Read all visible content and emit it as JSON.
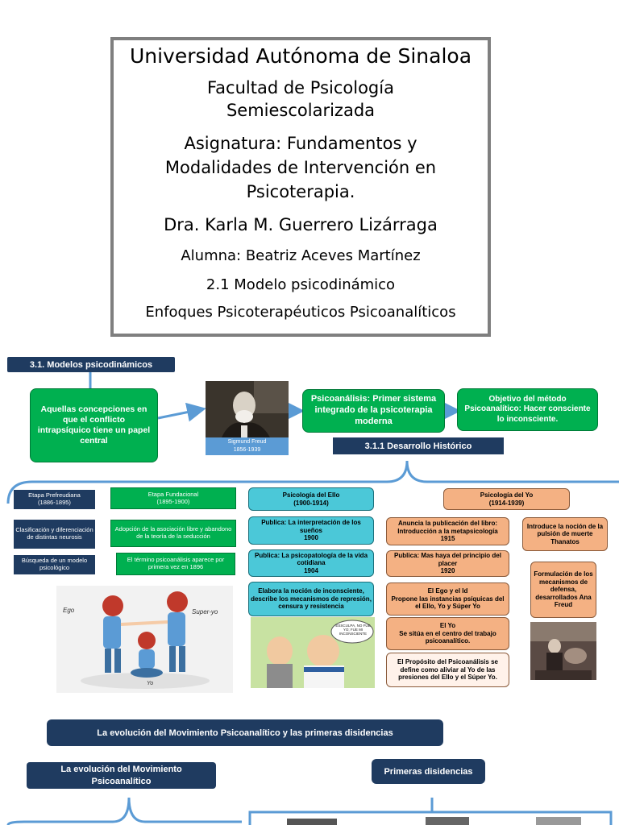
{
  "title": {
    "university": "Universidad Autónoma de Sinaloa",
    "faculty_1": "Facultad de Psicología",
    "faculty_2": "Semiescolarizada",
    "subject_1": "Asignatura: Fundamentos y",
    "subject_2": "Modalidades de Intervención en",
    "subject_3": "Psicoterapia.",
    "teacher": "Dra. Karla M. Guerrero Lizárraga",
    "student": "Alumna: Beatriz Aceves Martínez",
    "topic": "2.1 Modelo psicodinámico",
    "focus": "Enfoques Psicoterapéuticos Psicoanalíticos"
  },
  "map": {
    "section_title": "3.1. Modelos psicodinámicos",
    "definition": "Aquellas concepciones en que el conflicto intrapsíquico tiene un papel central",
    "freud_caption_1": "Sigmund Freud",
    "freud_caption_2": "1856-1939",
    "psicoanalisis": "Psicoanálisis: Primer sistema integrado de la psicoterapia moderna",
    "objetivo": "Objetivo del método Psicoanalítico: Hacer consciente lo inconsciente.",
    "desarrollo": "3.1.1 Desarrollo Histórico",
    "etapa_pre_1": "Etapa Prefreudiana",
    "etapa_pre_2": "(1886-1895)",
    "clasificacion": "Clasificación y diferenciación de distintas neurosis",
    "busqueda": "Búsqueda de un modelo psicológico",
    "etapa_fund_1": "Etapa Fundacional",
    "etapa_fund_2": "(1895-1900)",
    "adopcion": "Adopción de la asociación libre y abandono de la teoría de la seducción",
    "termino": "El término psicoanálisis aparece por primera vez en 1896",
    "ello_1": "Psicología del Ello",
    "ello_2": "(1900-1914)",
    "pub_sueños_1": "Publica: La interpretación de los sueños",
    "pub_sueños_2": "1900",
    "pub_vida_1": "Publica: La psicopatología de la vida cotidiana",
    "pub_vida_2": "1904",
    "elabora": "Elabora la noción de inconsciente, describe los mecanismos de represión, censura y resistencia",
    "yo_1": "Psicología del Yo",
    "yo_2": "(1914-1939)",
    "anuncia_1": "Anuncia la publicación del libro: Introducción a la metapsicología",
    "anuncia_2": "1915",
    "mas_haya_1": "Publica: Mas haya del principio del placer",
    "mas_haya_2": "1920",
    "ego_1": "El Ego y el Id",
    "ego_2": "Propone las instancias psíquicas del el Ello, Yo y Súper Yo",
    "elyo_1": "El Yo",
    "elyo_2": "Se sitúa en el centro del trabajo psicoanalítico.",
    "proposito": "El Propósito del Psicoanálisis se define como aliviar al Yo de las presiones del Ello y el Súper Yo.",
    "thanatos": "Introduce la noción de la pulsión de muerte Thanatos",
    "formulacion": "Formulación de los mecanismos de defensa, desarrollados Ana Freud",
    "ego_label": "Ego",
    "superyo_label": "Super-yo",
    "ello_label": "Yo",
    "cartoon_bubble": "ESSCULPA, NO FUE YO; FUE MI INCONSCIENTE"
  },
  "evolution": {
    "banner": "La evolución del Movimiento Psicoanalítico y las primeras disidencias",
    "left_1": "La evolución del Movimiento",
    "left_2": "Psicoanalítico",
    "right": "Primeras disidencias"
  },
  "colors": {
    "navy": "#1f3b60",
    "green": "#00b050",
    "cyan": "#4bc8d8",
    "peach": "#f4b183",
    "connector": "#5b9bd5"
  }
}
